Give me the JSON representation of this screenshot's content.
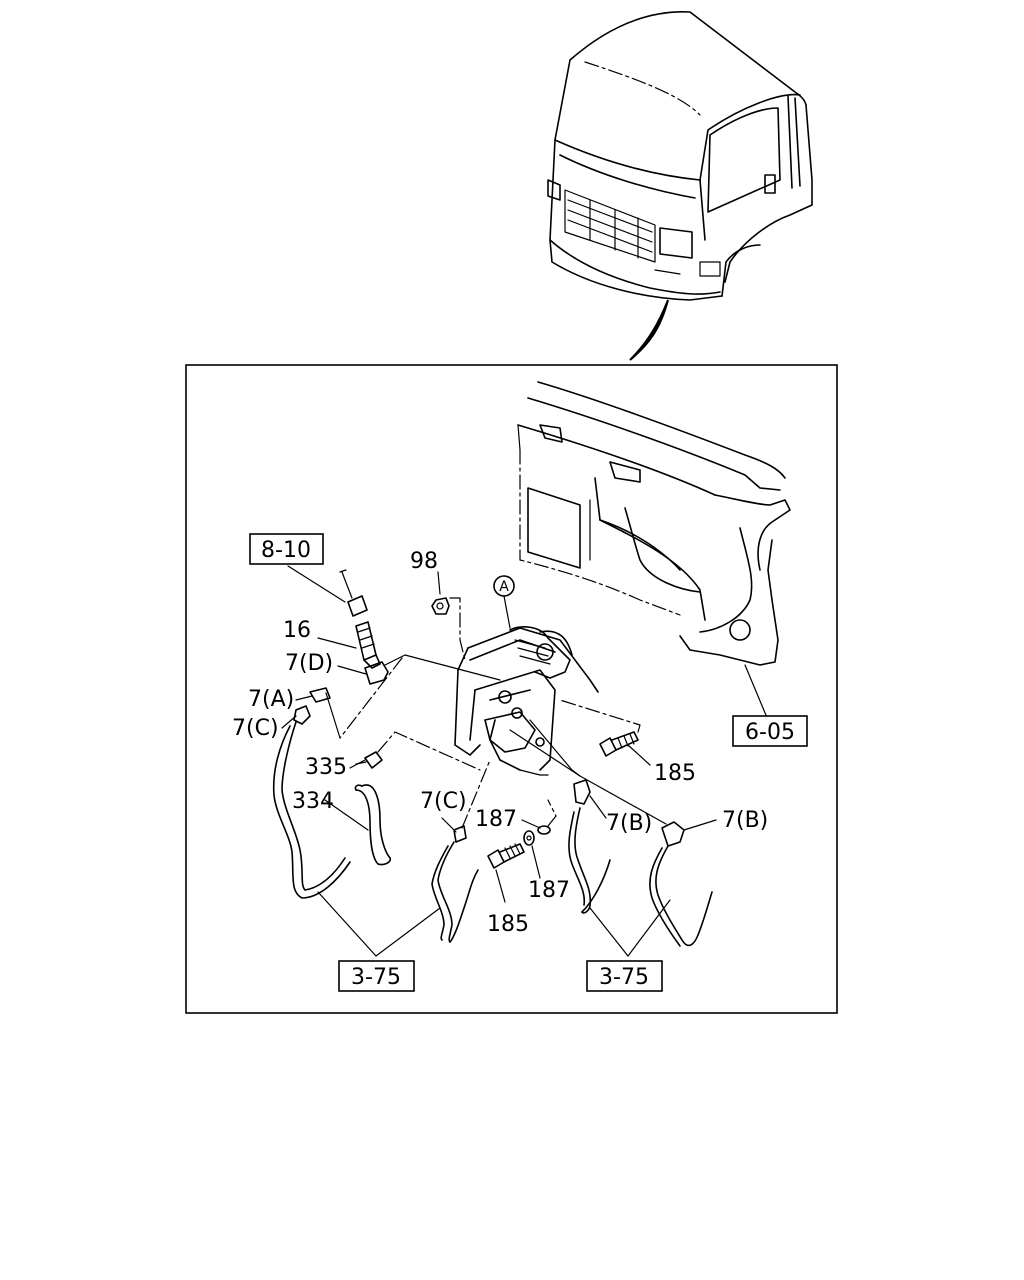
{
  "callouts": {
    "c_98": "98",
    "c_16": "16",
    "c_7d": "7(D)",
    "c_7a": "7(A)",
    "c_7c_left": "7(C)",
    "c_335": "335",
    "c_334": "334",
    "c_7c_mid": "7(C)",
    "c_187_top": "187",
    "c_187_bottom": "187",
    "c_185_bottom": "185",
    "c_185_right": "185",
    "c_7b_mid": "7(B)",
    "c_7b_right": "7(B)",
    "circle_a": "A"
  },
  "references": {
    "ref_8_10": "8-10",
    "ref_6_05": "6-05",
    "ref_3_75_left": "3-75",
    "ref_3_75_right": "3-75"
  }
}
